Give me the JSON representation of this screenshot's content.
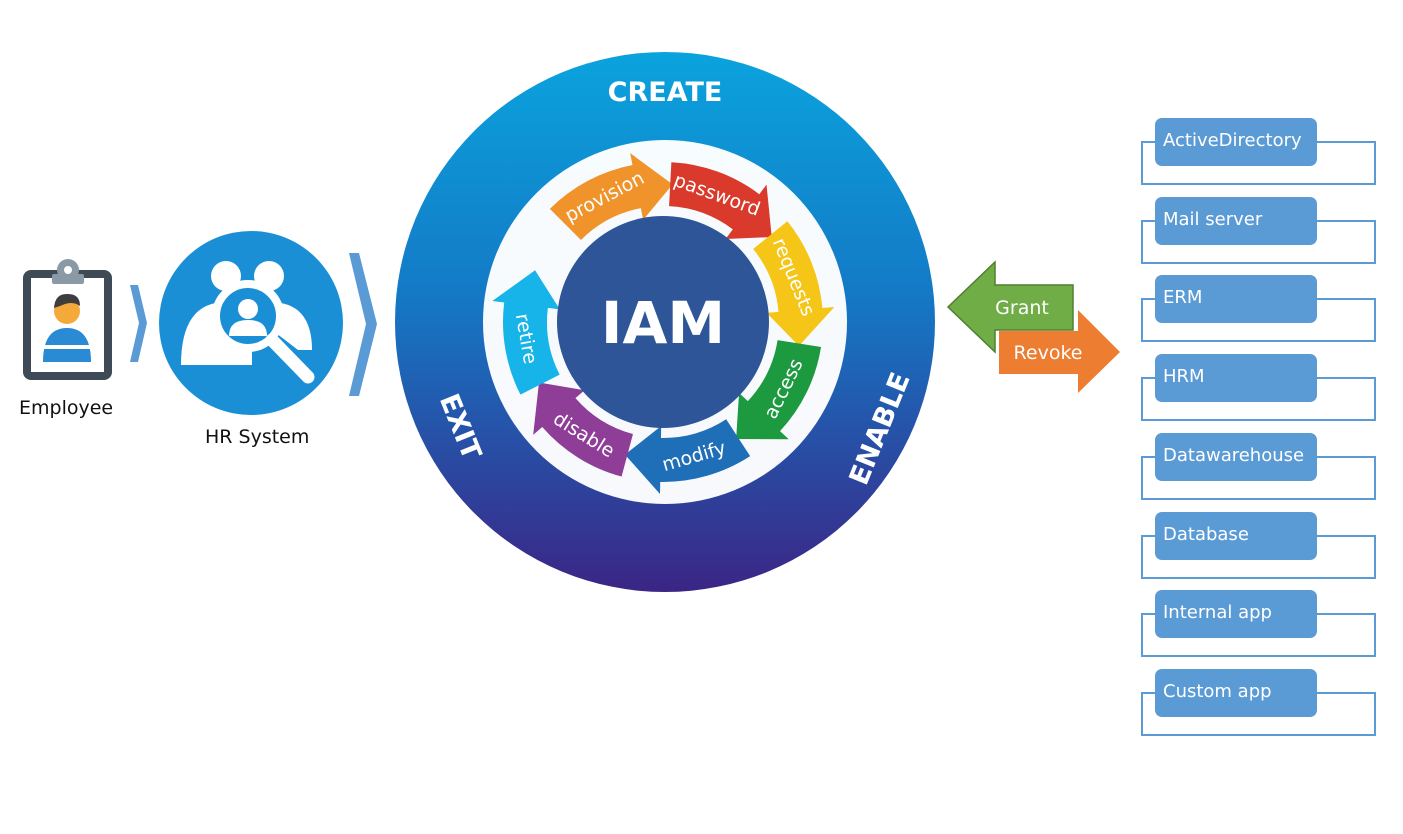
{
  "flow": {
    "employee_label": "Employee",
    "hr_label": "HR System"
  },
  "cycle": {
    "center": "IAM",
    "phases": {
      "create": "CREATE",
      "enable": "ENABLE",
      "exit": "EXIT"
    },
    "steps": [
      "provision",
      "password",
      "requests",
      "access",
      "modify",
      "disable",
      "retire"
    ],
    "step_colors": [
      "#f0932a",
      "#d93a2b",
      "#f5c518",
      "#1d9a3f",
      "#1f6fb8",
      "#8e3e97",
      "#16b4e8"
    ],
    "ring_colors": {
      "top": "#0aa3dd",
      "bottom": "#3b2585"
    },
    "center_color": "#2d5597"
  },
  "actions": {
    "grant": "Grant",
    "revoke": "Revoke",
    "grant_color": "#70ad47",
    "revoke_color": "#ed7d31"
  },
  "systems": [
    "ActiveDirectory",
    "Mail server",
    "ERM",
    "HRM",
    "Datawarehouse",
    "Database",
    "Internal app",
    "Custom app"
  ],
  "systems_color": "#5b9bd5"
}
